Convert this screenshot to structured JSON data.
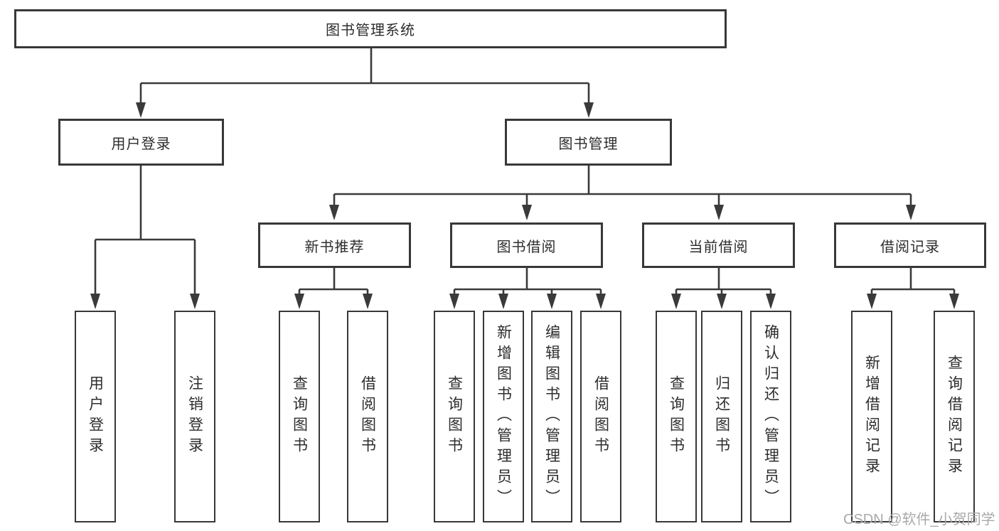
{
  "diagram": {
    "root": {
      "label": "图书管理系统",
      "children": [
        {
          "label": "用户登录",
          "children": [
            {
              "label": "用户登录"
            },
            {
              "label": "注销登录"
            }
          ]
        },
        {
          "label": "图书管理",
          "children": [
            {
              "label": "新书推荐",
              "children": [
                {
                  "label": "查询图书"
                },
                {
                  "label": "借阅图书"
                }
              ]
            },
            {
              "label": "图书借阅",
              "children": [
                {
                  "label": "查询图书"
                },
                {
                  "label": "新增图书（管理员）"
                },
                {
                  "label": "编辑图书（管理员）"
                },
                {
                  "label": "借阅图书"
                }
              ]
            },
            {
              "label": "当前借阅",
              "children": [
                {
                  "label": "查询图书"
                },
                {
                  "label": "归还图书"
                },
                {
                  "label": "确认归还（管理员）"
                }
              ]
            },
            {
              "label": "借阅记录",
              "children": [
                {
                  "label": "新增借阅记录"
                },
                {
                  "label": "查询借阅记录"
                }
              ]
            }
          ]
        }
      ]
    }
  },
  "watermark": {
    "text": "CSDN @软件_小贺同学"
  },
  "colors": {
    "line": "#3a3a3a",
    "box_border": "#383838",
    "box_fill": "#ffffff",
    "text": "#2d2d2d",
    "watermark": "#a9a9a9",
    "background": "#ffffff"
  }
}
